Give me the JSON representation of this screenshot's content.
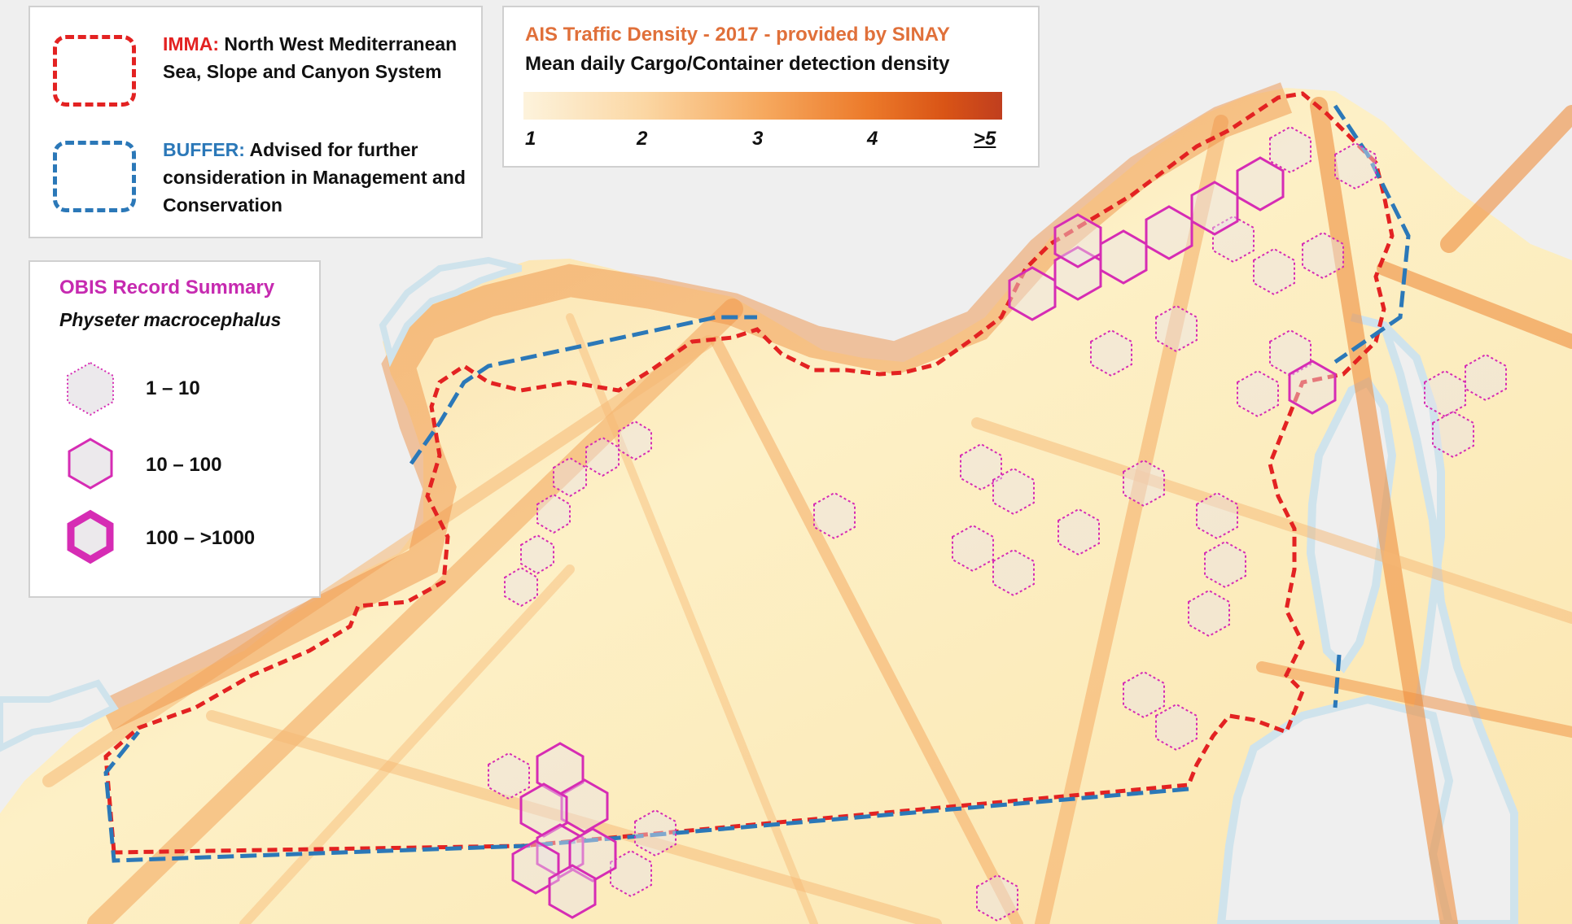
{
  "legend_areas": {
    "imma": {
      "key": "IMMA:",
      "text": "North West Mediterranean Sea, Slope and Canyon System",
      "color": "#e32222"
    },
    "buffer": {
      "key": "BUFFER:",
      "text": "Advised for further consideration in Management and Conservation",
      "color": "#2b78b8"
    }
  },
  "legend_traffic": {
    "title": "AIS Traffic Density - 2017 - provided by SINAY",
    "subtitle": "Mean daily Cargo/Container detection density",
    "ticks": [
      "1",
      "2",
      "3",
      "4",
      ">5"
    ],
    "title_color": "#e0703a"
  },
  "legend_obis": {
    "title": "OBIS Record Summary",
    "species": "Physeter macrocephalus",
    "classes": [
      {
        "label": "1 – 10",
        "style": "dotted-thin"
      },
      {
        "label": "10 – 100",
        "style": "solid-medium"
      },
      {
        "label": "100 – >1000",
        "style": "solid-thick"
      }
    ],
    "hex_color": "#d62cb4"
  },
  "colors": {
    "sea_low": "#fdf0c6",
    "sea_mid": "#f9c27e",
    "sea_high": "#ee8a3a",
    "coast": "#cfe3ec",
    "land": "#efefef"
  }
}
